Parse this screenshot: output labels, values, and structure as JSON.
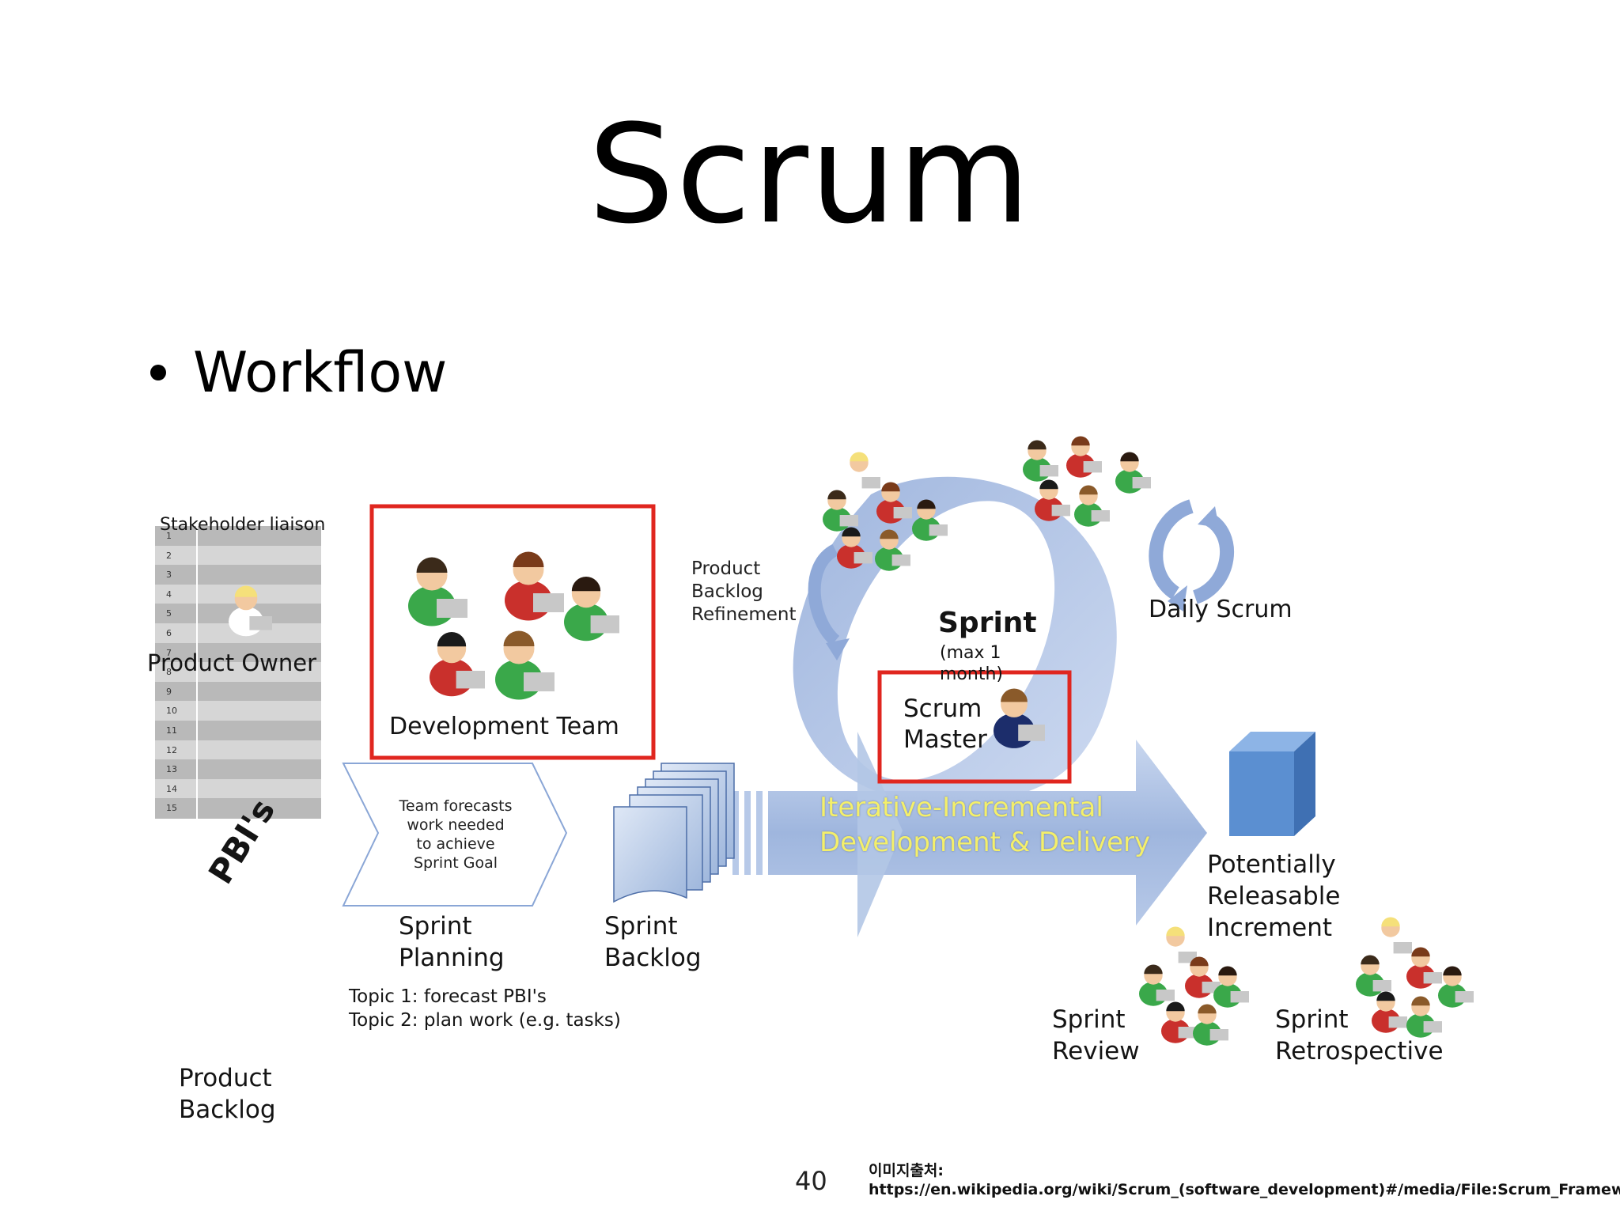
{
  "slide": {
    "title": "Scrum",
    "bullet": "Workflow",
    "page_number": "40",
    "source_label": "이미지출처:",
    "source_url": "https://en.wikipedia.org/wiki/Scrum_(software_development)#/media/File:Scrum_Framework.png"
  },
  "diagram": {
    "stakeholder_liaison": "Stakeholder liaison",
    "product_owner": "Product Owner",
    "pbis": "PBI's",
    "product_backlog_line1": "Product",
    "product_backlog_line2": "Backlog",
    "development_team": "Development Team",
    "planning_note": [
      "Team forecasts",
      "work needed",
      "to achieve",
      "Sprint Goal"
    ],
    "sprint_planning_line1": "Sprint",
    "sprint_planning_line2": "Planning",
    "topic1": "Topic 1: forecast PBI's",
    "topic2": "Topic 2: plan work (e.g. tasks)",
    "sprint_backlog_line1": "Sprint",
    "sprint_backlog_line2": "Backlog",
    "refinement": [
      "Product",
      "Backlog",
      "Refinement"
    ],
    "sprint": "Sprint",
    "sprint_duration": "(max 1",
    "sprint_duration2": "month)",
    "scrum_master_line1": "Scrum",
    "scrum_master_line2": "Master",
    "daily_scrum": "Daily Scrum",
    "arrow_line1": "Iterative-Incremental",
    "arrow_line2": "Development & Delivery",
    "increment": [
      "Potentially",
      "Releasable",
      "Increment"
    ],
    "sprint_review_line1": "Sprint",
    "sprint_review_line2": "Review",
    "sprint_retro_line1": "Sprint",
    "sprint_retro_line2": "Retrospective",
    "backlog_numbers": [
      "1",
      "2",
      "3",
      "4",
      "5",
      "6",
      "7",
      "8",
      "9",
      "10",
      "11",
      "12",
      "13",
      "14",
      "15"
    ]
  },
  "colors": {
    "highlight_red": "#e0261f",
    "cycle_blue": "#a8bfe3",
    "arrow_text_yellow": "#f4ef6a",
    "cube_blue": "#5b8fd1",
    "person_green": "#3aa84a",
    "person_red": "#c9302c"
  }
}
